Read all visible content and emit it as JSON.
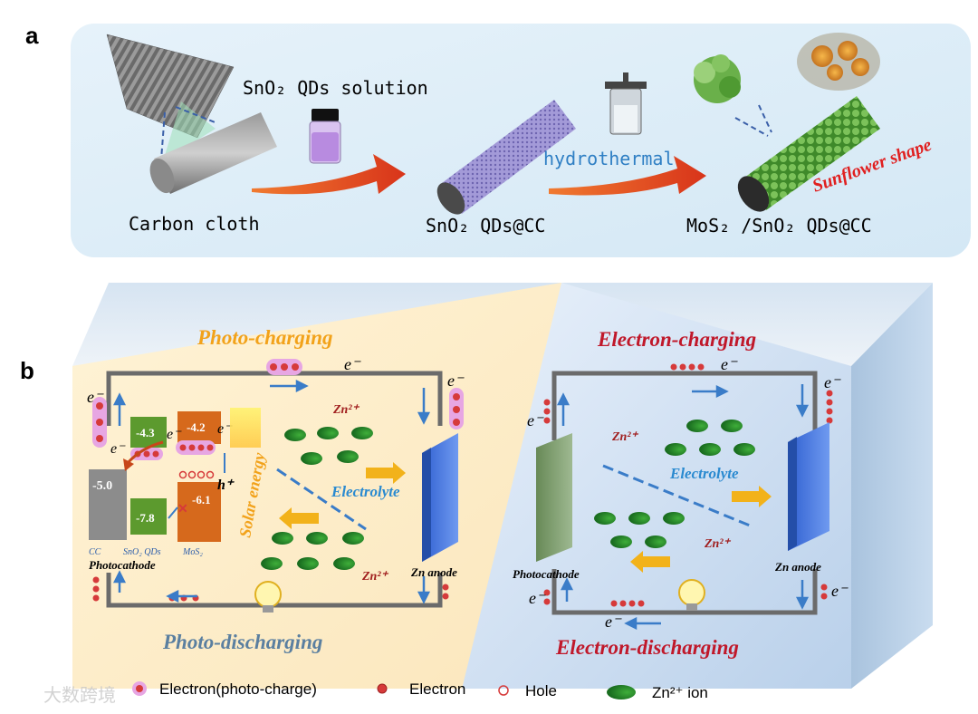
{
  "panel_a": {
    "label": "a",
    "carbon_cloth": "Carbon cloth",
    "solution": "SnO₂ QDs solution",
    "sno2_cc": "SnO₂ QDs@CC",
    "hydrothermal": "hydrothermal",
    "mos2_cc": "MoS₂ /SnO₂ QDs@CC",
    "sunflower": "Sunflower shape"
  },
  "panel_b": {
    "label": "b",
    "photo_charging": "Photo-charging",
    "photo_discharging": "Photo-discharging",
    "electron_charging": "Electron-charging",
    "electron_discharging": "Electron-discharging",
    "electrolyte": "Electrolyte",
    "zn_anode": "Zn anode",
    "photocathode": "Photocathode",
    "solar_energy": "Solar energy",
    "zn_ion": "Zn²⁺",
    "e_minus": "e⁻",
    "h_plus": "h⁺",
    "cc": "CC",
    "sno2_qds": "SnO₂ QDs",
    "mos2": "MoS₂",
    "levels": {
      "cc": "-5.0",
      "sno2_top": "-4.3",
      "sno2_bottom": "-7.8",
      "mos2_top": "-4.2",
      "mos2_bottom": "-6.1"
    }
  },
  "legend": {
    "photo_electron": "Electron(photo-charge)",
    "electron": "Electron",
    "hole": "Hole",
    "zn_ion": "Zn²⁺ ion"
  },
  "watermark": "大数跨境",
  "colors": {
    "accent_orange": "#f2a21a",
    "title_red": "#c0182a",
    "title_blue": "#5a7fa0",
    "electrolyte_blue": "#2a8ad0"
  }
}
